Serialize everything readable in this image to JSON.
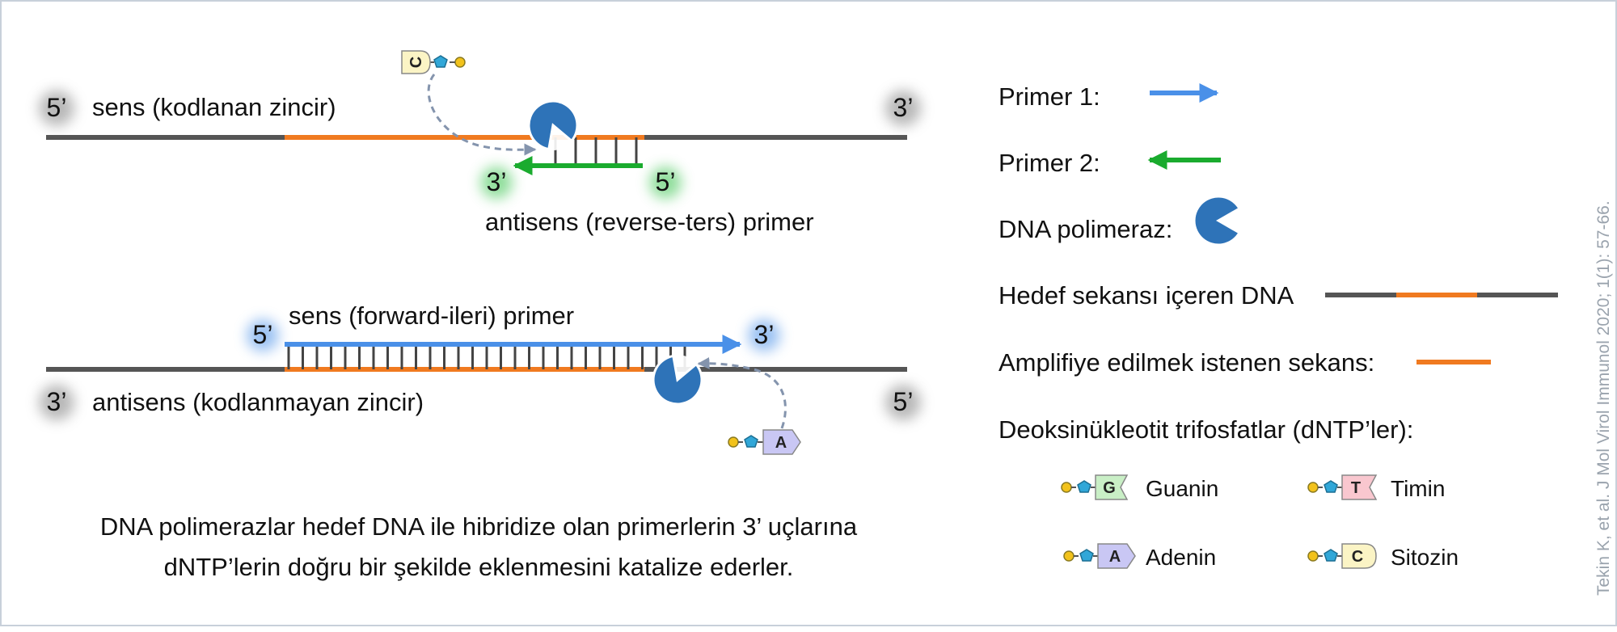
{
  "top_strand": {
    "end_left": "5’",
    "end_right": "3’",
    "label": "sens (kodlanan zincir)",
    "primer_end_left": "3’",
    "primer_end_right": "5’",
    "primer_label": "antisens (reverse-ters) primer",
    "incoming_base": "C"
  },
  "bottom_strand": {
    "end_left": "3’",
    "end_right": "5’",
    "label": "antisens (kodlanmayan zincir)",
    "primer_end_left": "5’",
    "primer_end_right": "3’",
    "primer_label": "sens (forward-ileri) primer",
    "incoming_base": "A"
  },
  "caption": {
    "line1": "DNA polimerazlar hedef DNA ile hibridize olan primerlerin 3’ uçlarına",
    "line2": "dNTP’lerin doğru bir şekilde eklenmesini katalize ederler."
  },
  "legend": {
    "primer1": "Primer 1:",
    "primer2": "Primer 2:",
    "polymerase": "DNA polimeraz:",
    "target_dna": "Hedef sekansı içeren DNA",
    "amplify": "Amplifiye edilmek istenen sekans:",
    "dntp": "Deoksinükleotit trifosfatlar (dNTP’ler):",
    "bases": [
      {
        "letter": "G",
        "name": "Guanin",
        "color": "#c9efc6"
      },
      {
        "letter": "T",
        "name": "Timin",
        "color": "#f9c7cf"
      },
      {
        "letter": "A",
        "name": "Adenin",
        "color": "#c9c7f4"
      },
      {
        "letter": "C",
        "name": "Sitozin",
        "color": "#fbf4c5"
      }
    ]
  },
  "citation": "Tekin K, et al. J Mol Virol Immunol 2020; 1(1): 57-66.",
  "colors": {
    "dna": "#555555",
    "target": "#f07a20",
    "primer1": "#4a90e8",
    "primer2": "#1aab2e",
    "polymerase": "#2e73b8"
  }
}
